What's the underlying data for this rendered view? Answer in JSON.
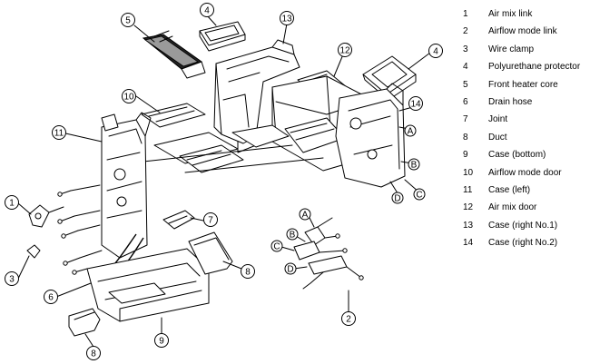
{
  "legend": [
    {
      "num": "1",
      "name": "Air mix link"
    },
    {
      "num": "2",
      "name": "Airflow mode link"
    },
    {
      "num": "3",
      "name": "Wire clamp"
    },
    {
      "num": "4",
      "name": "Polyurethane protector"
    },
    {
      "num": "5",
      "name": "Front heater core"
    },
    {
      "num": "6",
      "name": "Drain hose"
    },
    {
      "num": "7",
      "name": "Joint"
    },
    {
      "num": "8",
      "name": "Duct"
    },
    {
      "num": "9",
      "name": "Case (bottom)"
    },
    {
      "num": "10",
      "name": "Airflow mode door"
    },
    {
      "num": "11",
      "name": "Case (left)"
    },
    {
      "num": "12",
      "name": "Air mix door"
    },
    {
      "num": "13",
      "name": "Case (right No.1)"
    },
    {
      "num": "14",
      "name": "Case (right No.2)"
    }
  ],
  "callouts": {
    "n1": "1",
    "n2": "2",
    "n3": "3",
    "n4a": "4",
    "n4b": "4",
    "n5": "5",
    "n6": "6",
    "n7": "7",
    "n8a": "8",
    "n8b": "8",
    "n9": "9",
    "n10": "10",
    "n11": "11",
    "n12": "12",
    "n13": "13",
    "n14": "14"
  },
  "letters": {
    "a1": "A",
    "b1": "B",
    "c1": "C",
    "d1": "D",
    "a2": "A",
    "b2": "B",
    "c2": "C",
    "d2": "D"
  }
}
